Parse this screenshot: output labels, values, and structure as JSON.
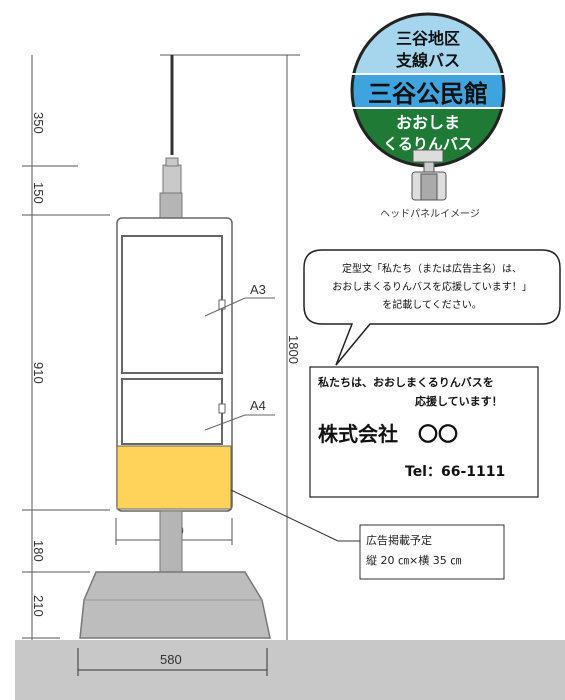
{
  "dimensions": {
    "d350": "350",
    "d150": "150",
    "d910": "910",
    "d180": "180",
    "d210": "210",
    "d1800": "1800",
    "panel_width": "350",
    "base_width": "580"
  },
  "labels": {
    "a3": "A3",
    "a4": "A4"
  },
  "head_panel": {
    "top_line1": "三谷地区",
    "top_line2": "支線バス",
    "middle": "三谷公民館",
    "bottom_line1": "おおしま",
    "bottom_line2": "くるりんバス",
    "caption": "ヘッドパネルイメージ",
    "colors": {
      "top": "#a6d6ee",
      "middle": "#3fa3dd",
      "bottom": "#1f7a35"
    }
  },
  "speech_bubble": {
    "line1": "定型文「私たち（または広告主名）は、",
    "line2": "おおしまくるりんバスを応援しています！」",
    "line3": "を記載してください。"
  },
  "ad_sample": {
    "line1": "私たちは、おおしまくるりんバスを",
    "line2": "応援しています！",
    "company": "株式会社　〇〇",
    "tel": "Tel：66-1111"
  },
  "ad_note": {
    "line1": "広告掲載予定",
    "line2": "縦 20 ㎝×横 35 ㎝"
  },
  "colors": {
    "ad_area": "#ffd35a",
    "pole": "#b5b5b5",
    "ground": "#c8c8c8"
  }
}
